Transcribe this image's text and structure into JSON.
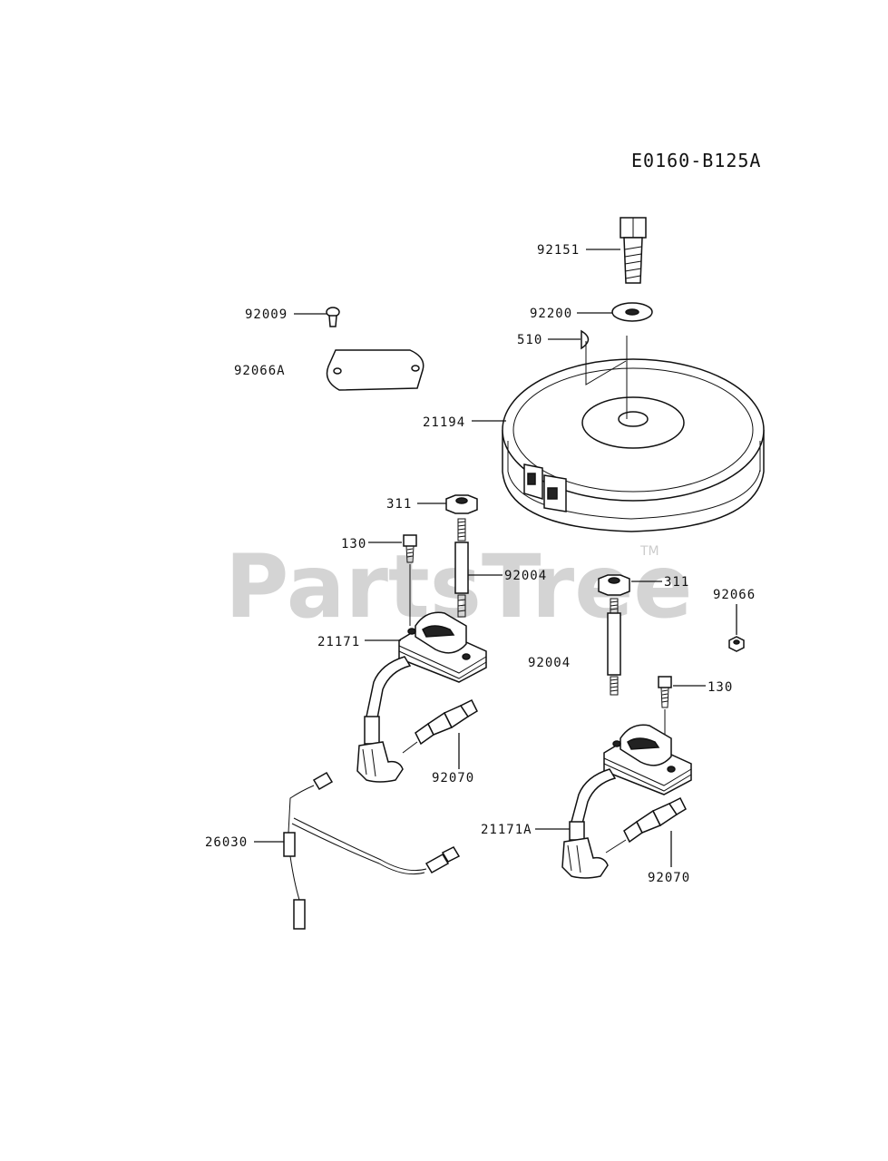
{
  "diagram_code": "E0160-B125A",
  "watermark": "PartsTree",
  "trademark": "TM",
  "labels": {
    "p92151": "92151",
    "p92200": "92200",
    "p510": "510",
    "p92009": "92009",
    "p92066A": "92066A",
    "p21194": "21194",
    "p311_top": "311",
    "p130_left": "130",
    "p92004_top": "92004",
    "p21171": "21171",
    "p311_right": "311",
    "p92066": "92066",
    "p92004_mid": "92004",
    "p130_right": "130",
    "p92070_left": "92070",
    "p26030": "26030",
    "p21171A": "21171A",
    "p92070_right": "92070"
  }
}
